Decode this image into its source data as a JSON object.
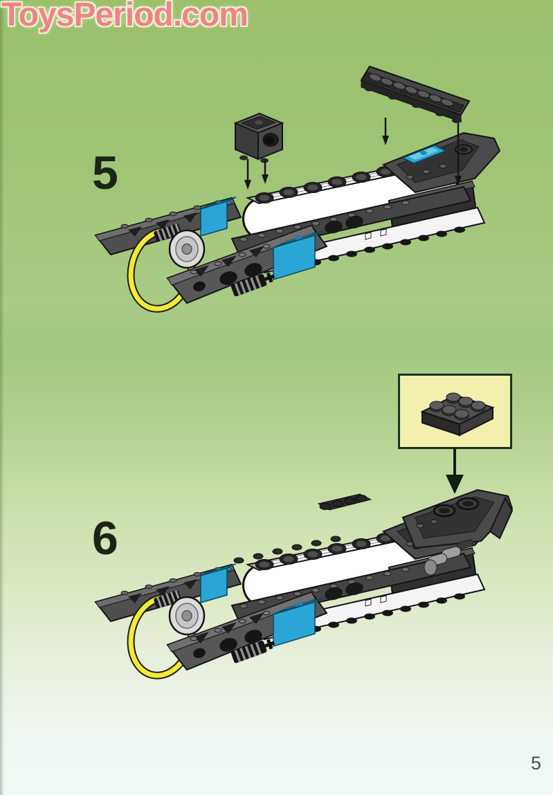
{
  "watermark": {
    "text": "ToysPeriod.com"
  },
  "steps": [
    {
      "number": "5",
      "illustration": "boat-chassis-with-exploded-technic-brick-and-1x8-plate"
    },
    {
      "number": "6",
      "illustration": "boat-chassis-with-rear-deck-plate-attached"
    }
  ],
  "callout": {
    "part_name": "dark-gray-2x3-plate"
  },
  "page_number": "5",
  "colors": {
    "background_top": "#9cc06c",
    "background_bottom": "#f0f8f5",
    "watermark_pink": "#ee8486",
    "accent_cyan": "#2aa6d6",
    "rubber_band_yellow": "#f4ea35",
    "callout_background": "#f3efad",
    "part_dark_gray": "#4a4a4a",
    "part_white": "#f4f4f4"
  }
}
